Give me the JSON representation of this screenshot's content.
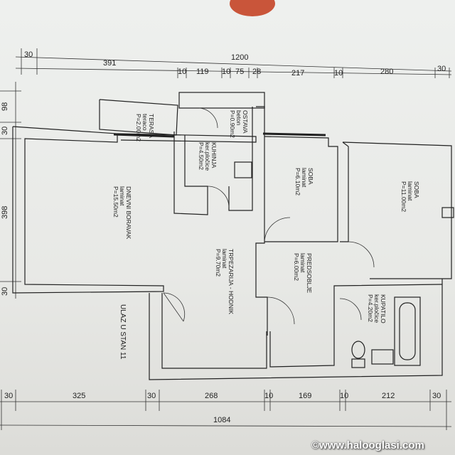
{
  "dimensions": {
    "top_total": "1200",
    "top_row": [
      "30",
      "391",
      "10",
      "119",
      "10",
      "75",
      "28",
      "217",
      "10",
      "280",
      "30"
    ],
    "bottom_row": [
      "30",
      "325",
      "30",
      "268",
      "10",
      "169",
      "10",
      "212",
      "30"
    ],
    "bottom_total": "1084",
    "left": [
      "98",
      "30",
      "398",
      "30"
    ]
  },
  "rooms": [
    {
      "id": "terasa",
      "lines": [
        "TERASA",
        "teraco",
        "P=2.00m2"
      ]
    },
    {
      "id": "ostava",
      "lines": [
        "OSTAVA",
        "beton",
        "P=0.90m2"
      ]
    },
    {
      "id": "kuhinja",
      "lines": [
        "KUHINJA",
        "ker.pločice",
        "P=4.50m2"
      ]
    },
    {
      "id": "soba1",
      "lines": [
        "SOBA",
        "laminat",
        "P=6.10m2"
      ]
    },
    {
      "id": "soba2",
      "lines": [
        "SOBA",
        "laminat",
        "P=11.00m2"
      ]
    },
    {
      "id": "dnevni",
      "lines": [
        "DNEVNI BORAVAK",
        "laminat",
        "P=15.50m2"
      ]
    },
    {
      "id": "trpezarija",
      "lines": [
        "TRPEZARIJA - HODNIK",
        "laminat",
        "P=9.70m2"
      ]
    },
    {
      "id": "predsoblje",
      "lines": [
        "PREDSOBLJE",
        "laminat",
        "P=6.00m2"
      ]
    },
    {
      "id": "kupatilo",
      "lines": [
        "KUPATILO",
        "ker.pločice",
        "P=4.20m2"
      ]
    },
    {
      "id": "ulaz",
      "lines": [
        "ULAZ U STAN 11"
      ]
    }
  ],
  "watermark": "©www.halooglasi.com"
}
